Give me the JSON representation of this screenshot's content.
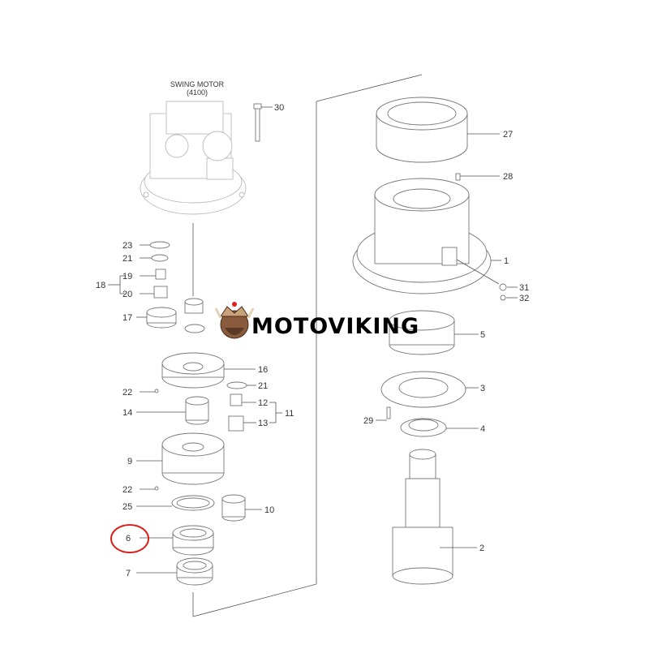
{
  "motor_title": "SWING MOTOR",
  "motor_code": "(4100)",
  "brand": "MOTOVIKING",
  "highlight_color": "#d9221c",
  "labels": {
    "p30": "30",
    "p27": "27",
    "p28": "28",
    "p23": "23",
    "p21a": "21",
    "p19": "19",
    "p18": "18",
    "p20": "20",
    "p1": "1",
    "p31": "31",
    "p32": "32",
    "p17": "17",
    "p5": "5",
    "p16": "16",
    "p21b": "21",
    "p22a": "22",
    "p3": "3",
    "p12": "12",
    "p11": "11",
    "p14": "14",
    "p13": "13",
    "p29": "29",
    "p4": "4",
    "p9": "9",
    "p22b": "22",
    "p25": "25",
    "p10": "10",
    "p6": "6",
    "p2": "2",
    "p7": "7"
  }
}
